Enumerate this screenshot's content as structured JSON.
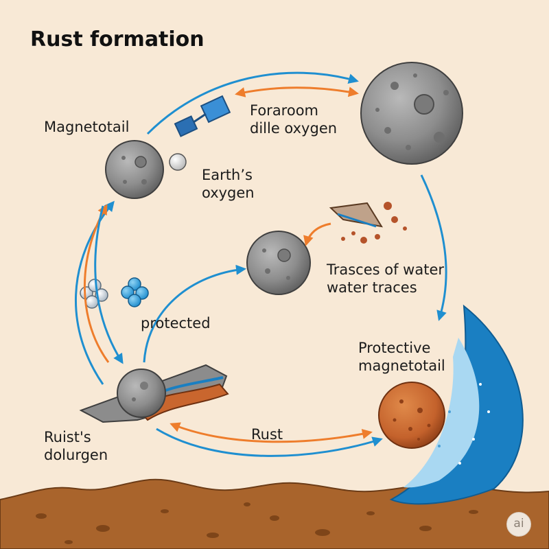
{
  "title": "Rust formation",
  "labels": {
    "magnetotail": "Magnetotail",
    "foraroom_line1": "Foraroom",
    "foraroom_line2": "dille oxygen",
    "earths_oxygen_line1": "Earth’s",
    "earths_oxygen_line2": "oxygen",
    "traces_line1": "Trasces of water",
    "traces_line2": "water traces",
    "protected": "protected",
    "protective_line1": "Protective",
    "protective_line2": "magnetotail",
    "ruists_line1": "Ruist's",
    "ruists_line2": "dolurgen",
    "rust": "Rust"
  },
  "badge": "ai",
  "colors": {
    "background": "#f8e9d6",
    "arrow_blue": "#1f8fd0",
    "arrow_orange": "#ee7d2c",
    "rock_gray": "#8c8c8c",
    "rust_orange": "#c9662e",
    "ground_brown": "#a9642c",
    "shield_blue": "#1a7fc2"
  }
}
